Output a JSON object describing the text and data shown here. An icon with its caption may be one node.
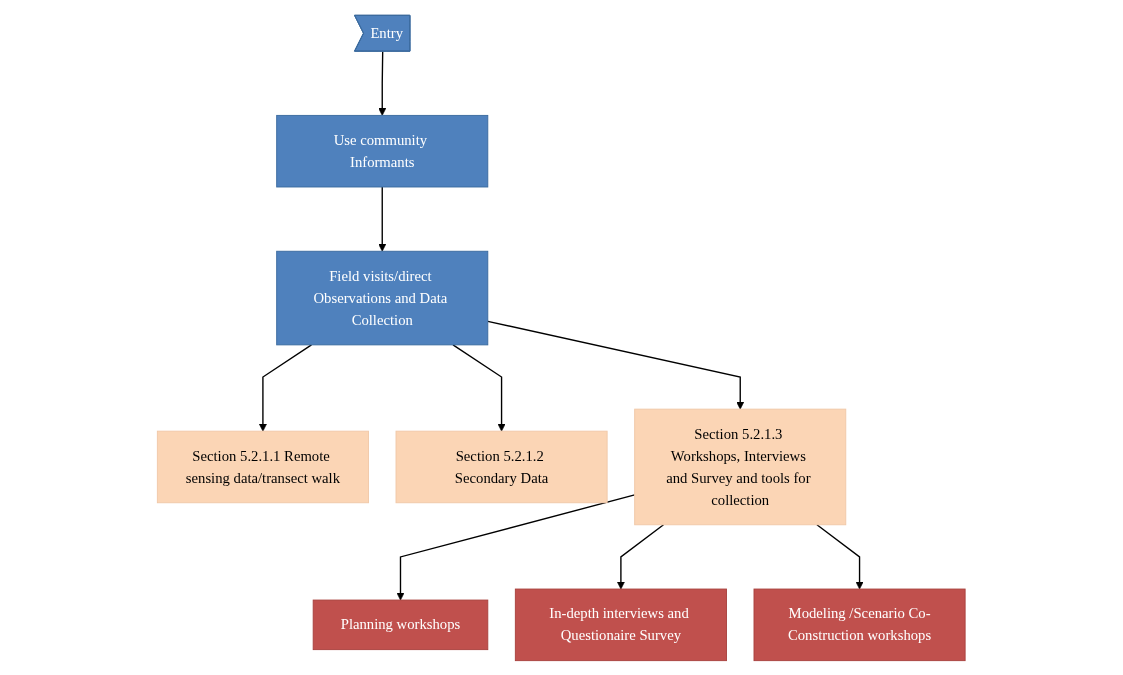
{
  "diagram": {
    "nodes": [
      {
        "text": [
          "Entry"
        ]
      },
      {
        "text": [
          "Use community Informants"
        ]
      },
      {
        "text": [
          "Field visits/direct Observations and Data Collection"
        ]
      },
      {
        "text": [
          "Section 5.2.1.1 Remote sensing data/transect walk"
        ]
      },
      {
        "text": [
          "Section 5.2.1.2 Secondary Data"
        ]
      },
      {
        "text": [
          "Section 5.2.1.3 Workshops, Interviews and Survey and tools for collection"
        ]
      },
      {
        "text": [
          "Planning workshops"
        ]
      },
      {
        "text": [
          "In-depth interviews and Questionaire Survey"
        ]
      },
      {
        "text": [
          "Modeling /Scenario Co-Construction workshops"
        ]
      }
    ],
    "edges": [
      {
        "from": 0,
        "to": 1,
        "arrow": "to"
      },
      {
        "from": 1,
        "to": 2,
        "arrow": "to"
      },
      {
        "from": 2,
        "to": 3,
        "arrow": "to"
      },
      {
        "from": 2,
        "to": 4,
        "arrow": "to"
      },
      {
        "from": 2,
        "to": 5,
        "arrow": "to"
      },
      {
        "from": 5,
        "to": 6,
        "arrow": "to"
      },
      {
        "from": 5,
        "to": 7,
        "arrow": "to"
      },
      {
        "from": 5,
        "to": 8,
        "arrow": "to"
      }
    ]
  }
}
